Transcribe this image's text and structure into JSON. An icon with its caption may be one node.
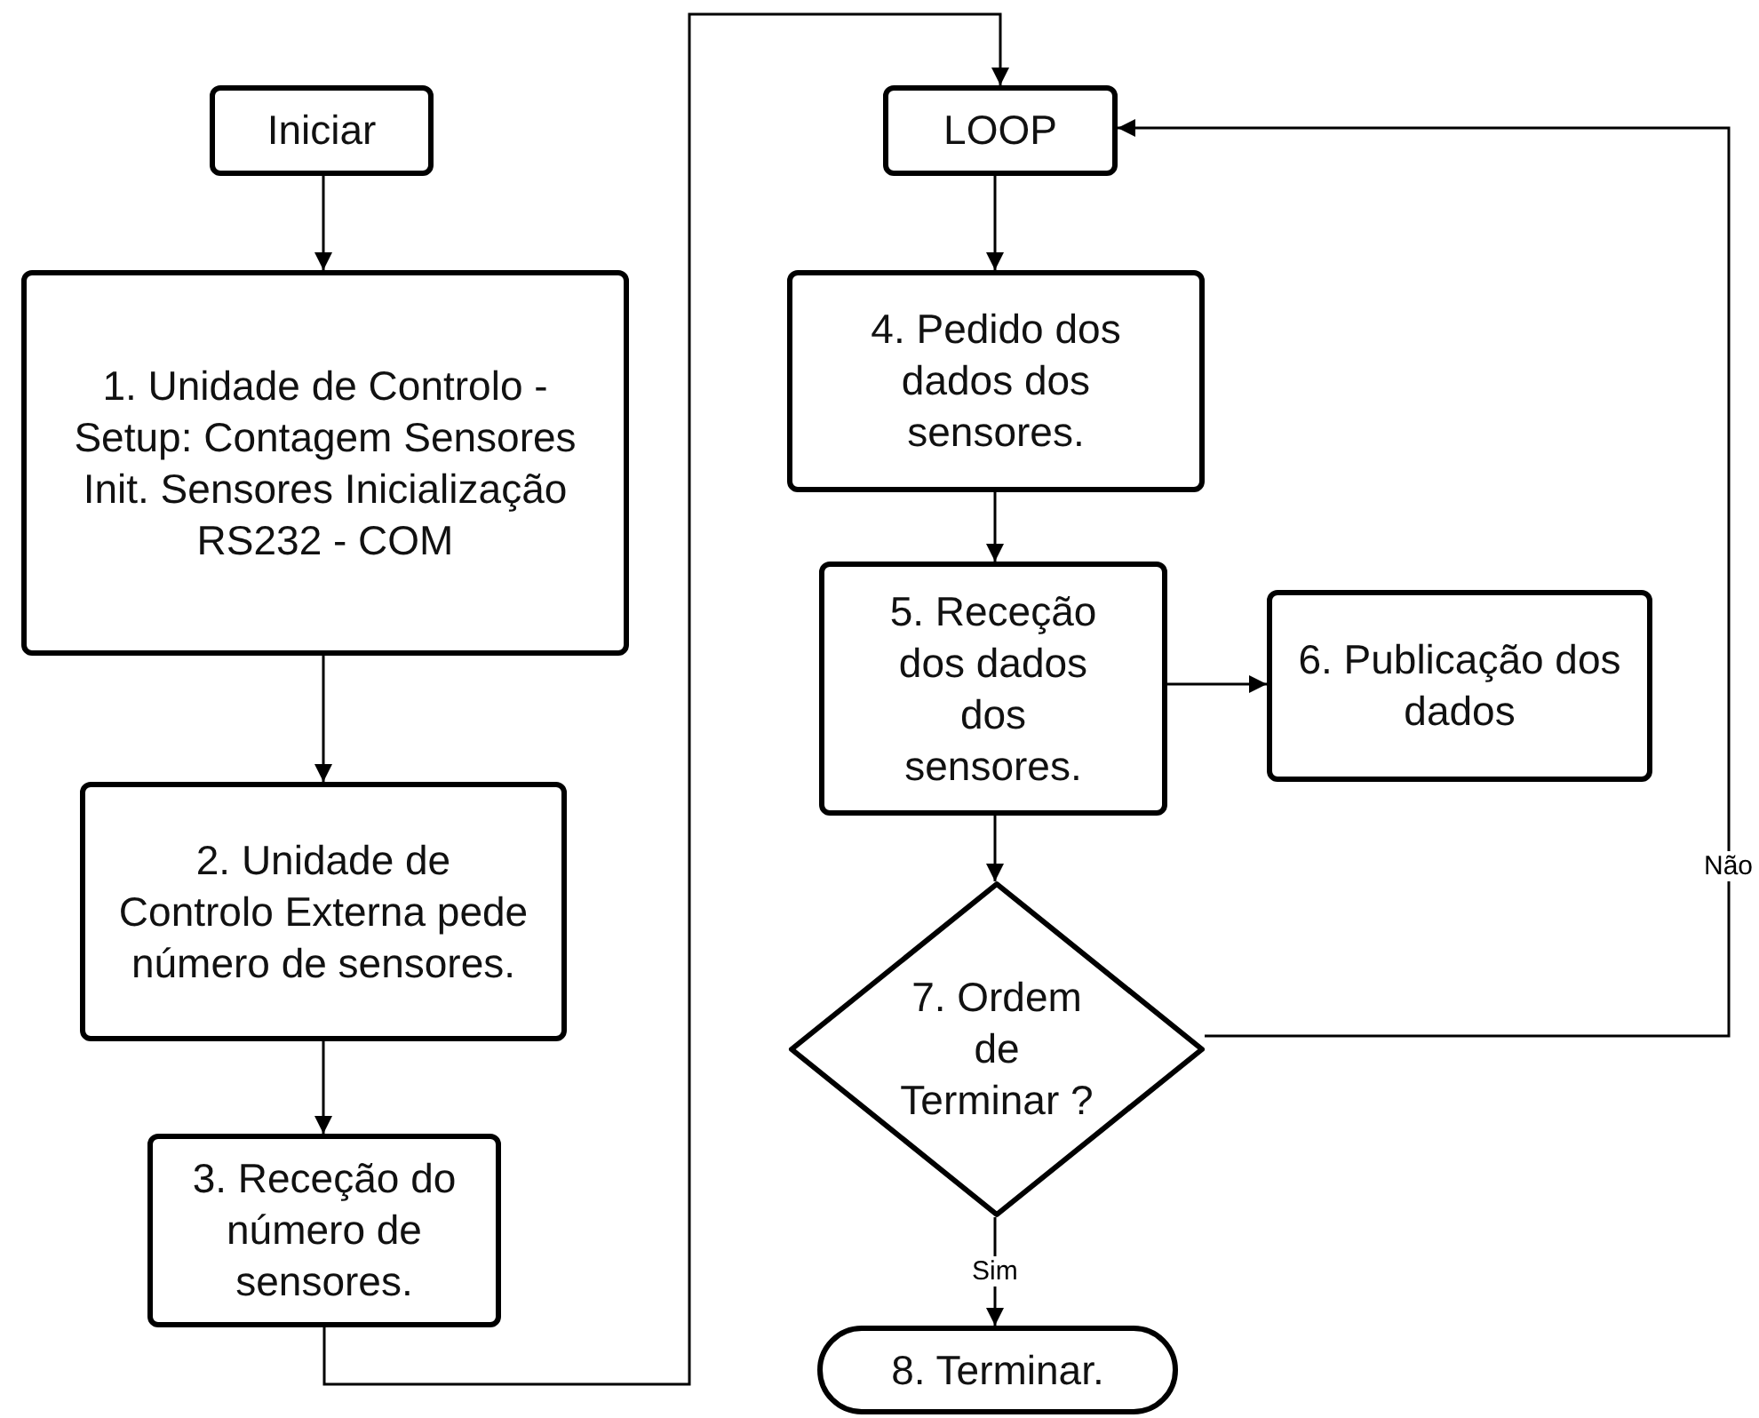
{
  "diagram": {
    "nodes": [
      {
        "text": [
          "Iniciar"
        ]
      },
      {
        "text": [
          "1. Unidade de Controlo - Setup: Contagem Sensores Init. Sensores Inicialização RS232 - COM"
        ]
      },
      {
        "text": [
          "2. Unidade de Controlo Externa pede número de sensores."
        ]
      },
      {
        "text": [
          "3. Receção do número de sensores."
        ]
      },
      {
        "text": [
          "LOOP"
        ]
      },
      {
        "text": [
          "4. Pedido dos dados dos sensores."
        ]
      },
      {
        "text": [
          "5. Receção dos dados dos sensores."
        ]
      },
      {
        "text": [
          "6. Publicação dos dados"
        ]
      },
      {
        "text": [
          "7. Ordem de Terminar ?"
        ]
      },
      {
        "text": [
          "8. Terminar."
        ]
      }
    ],
    "edges": [
      {
        "from": 0,
        "to": 1,
        "arrow": "to"
      },
      {
        "from": 1,
        "to": 2,
        "arrow": "to"
      },
      {
        "from": 2,
        "to": 3,
        "arrow": "to"
      },
      {
        "from": 3,
        "to": 4,
        "arrow": "to"
      },
      {
        "from": 4,
        "to": 5,
        "arrow": "to"
      },
      {
        "from": 5,
        "to": 6,
        "arrow": "to"
      },
      {
        "from": 6,
        "to": 7,
        "arrow": "to"
      },
      {
        "from": 6,
        "to": 8,
        "arrow": "to"
      },
      {
        "from": 8,
        "to": 4,
        "arrow": "to",
        "label": "Não"
      },
      {
        "from": 8,
        "to": 9,
        "arrow": "to",
        "label": "Sim"
      }
    ]
  }
}
